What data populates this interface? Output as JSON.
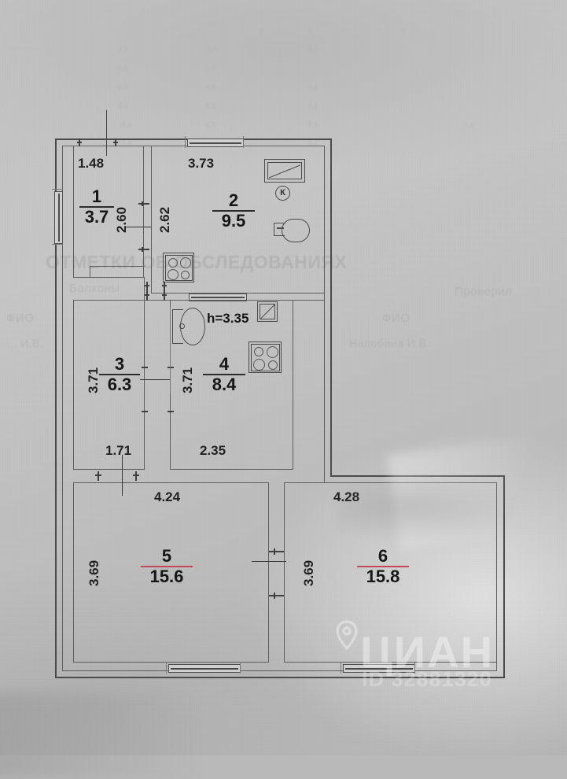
{
  "document": {
    "type": "floor-plan",
    "height_note": "h=3.35",
    "kitchen_marker": "К"
  },
  "rooms": [
    {
      "id": "room-1",
      "number": "1",
      "area": "3.7",
      "underline": "dark"
    },
    {
      "id": "room-2",
      "number": "2",
      "area": "9.5",
      "underline": "dark"
    },
    {
      "id": "room-3",
      "number": "3",
      "area": "6.3",
      "underline": "dark"
    },
    {
      "id": "room-4",
      "number": "4",
      "area": "8.4",
      "underline": "dark"
    },
    {
      "id": "room-5",
      "number": "5",
      "area": "15.6",
      "underline": "red"
    },
    {
      "id": "room-6",
      "number": "6",
      "area": "15.8",
      "underline": "red"
    }
  ],
  "dimensions": {
    "room1_width": "1.48",
    "room1_depth": "2.60",
    "room2_width": "3.73",
    "room2_depth_left": "2.62",
    "room3_depth": "3.71",
    "room3_width": "1.71",
    "room4_depth": "3.71",
    "room4_width": "2.35",
    "room5_width": "4.24",
    "room5_depth": "3.69",
    "room6_width": "4.28",
    "room6_depth": "3.69"
  },
  "watermark": {
    "brand": "ЦИАН",
    "id": "ID 32881320"
  },
  "bleed_through": {
    "heading": "ОТМЕТКИ ОБ ОБСЛЕДОВАНИЯХ",
    "label_fio": "ФИО",
    "label_checked": "Проверил",
    "name": "Налобина И.В.",
    "label_left": "ФИО",
    "label_sub": "Балконы"
  },
  "colors": {
    "paper": "#c2c2c2",
    "ink": "#2a2a2a",
    "red_underline": "#c0485a",
    "watermark": "#ffffff"
  }
}
